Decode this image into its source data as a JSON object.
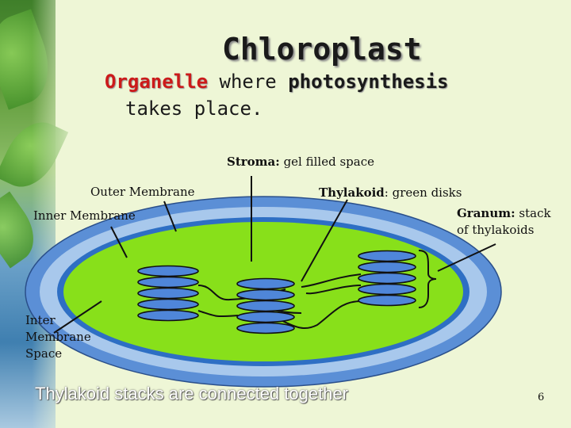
{
  "title": "Chloroplast",
  "subtitle": {
    "organelle": "Organelle",
    "where": " where ",
    "photosynthesis": "photosynthesis",
    "line2": "takes place."
  },
  "labels": {
    "stroma_term": "Stroma:",
    "stroma_desc": " gel filled space",
    "outer_membrane": "Outer Membrane",
    "inner_membrane": "Inner Membrane",
    "thylakoid_term": "Thylakoid",
    "thylakoid_desc": ": green disks",
    "granum_term": "Granum:",
    "granum_desc": " stack",
    "granum_desc2": "of thylakoids",
    "inter_line1": "Inter",
    "inter_line2": "Membrane",
    "inter_line3": "Space"
  },
  "footer": "Thylakoid stacks are connected together",
  "page_number": "6",
  "colors": {
    "outer_membrane": "#5b8fd6",
    "inter_space": "#a8c8ec",
    "stroma": "#88e01a",
    "thylakoid": "#4f86d9",
    "stroke": "#111111"
  }
}
